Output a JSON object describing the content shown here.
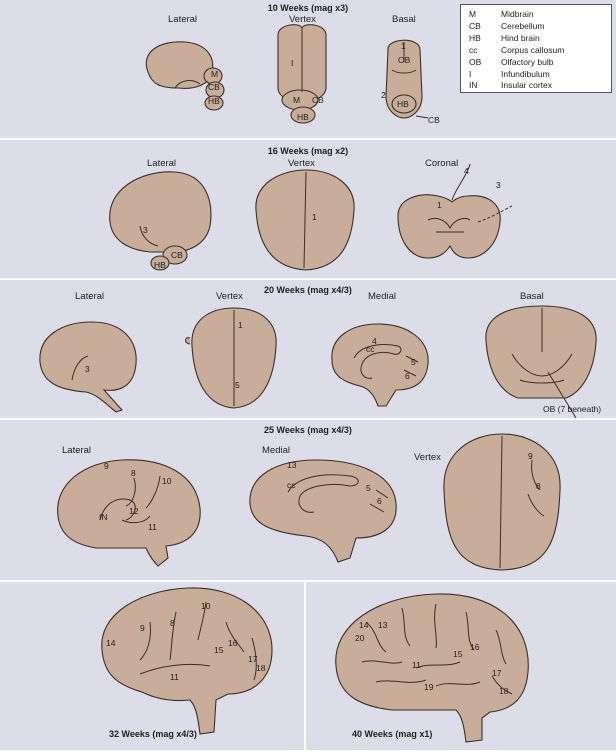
{
  "panels": [
    {
      "title": "10 Weeks (mag  x3)",
      "views": [
        "Lateral",
        "Vertex",
        "Basal"
      ]
    },
    {
      "title": "16 Weeks (mag x2)",
      "views": [
        "Lateral",
        "Vertex",
        "Coronal"
      ]
    },
    {
      "title": "20 Weeks (mag x4/3)",
      "views": [
        "Lateral",
        "Vertex",
        "Medial",
        "Basal"
      ]
    },
    {
      "title": "25 Weeks (mag x4/3)",
      "views": [
        "Lateral",
        "Medial",
        "Vertex"
      ]
    }
  ],
  "captions": [
    "32 Weeks (mag x4/3)",
    "40 Weeks (mag x1)"
  ],
  "legend": [
    {
      "abbr": "M",
      "term": "Midbrain"
    },
    {
      "abbr": "CB",
      "term": "Cerebellum"
    },
    {
      "abbr": "HB",
      "term": "Hind brain"
    },
    {
      "abbr": "cc",
      "term": "Corpus callosum"
    },
    {
      "abbr": "OB",
      "term": "Olfactory bulb"
    },
    {
      "abbr": "I",
      "term": "Infundibulum"
    },
    {
      "abbr": "IN",
      "term": "Insular cortex"
    }
  ],
  "marks": {
    "p1_lat": [
      "M",
      "CB",
      "HB"
    ],
    "p1_vtx": [
      "I",
      "M",
      "CB",
      "HB"
    ],
    "p1_bas": [
      "1",
      "OB",
      "2",
      "HB",
      "CB"
    ],
    "p2_lat": [
      "3",
      "CB",
      "HB"
    ],
    "p2_vtx": [
      "1"
    ],
    "p2_cor": [
      "4",
      "3",
      "1"
    ],
    "p3_lat": [
      "3"
    ],
    "p3_vtx": [
      "1",
      "5"
    ],
    "p3_med": [
      "4",
      "cc",
      "5",
      "6"
    ],
    "p3_bas": [
      "OB (7 beneath)"
    ],
    "p4_lat": [
      "9",
      "8",
      "10",
      "IN",
      "12",
      "11"
    ],
    "p4_med": [
      "13",
      "cc",
      "5",
      "6"
    ],
    "p4_vtx": [
      "9",
      "8"
    ],
    "p5_32": [
      "10",
      "9",
      "8",
      "14",
      "16",
      "15",
      "17",
      "18",
      "11"
    ],
    "p5_40": [
      "14",
      "20",
      "13",
      "16",
      "15",
      "11",
      "17",
      "19",
      "18"
    ]
  }
}
